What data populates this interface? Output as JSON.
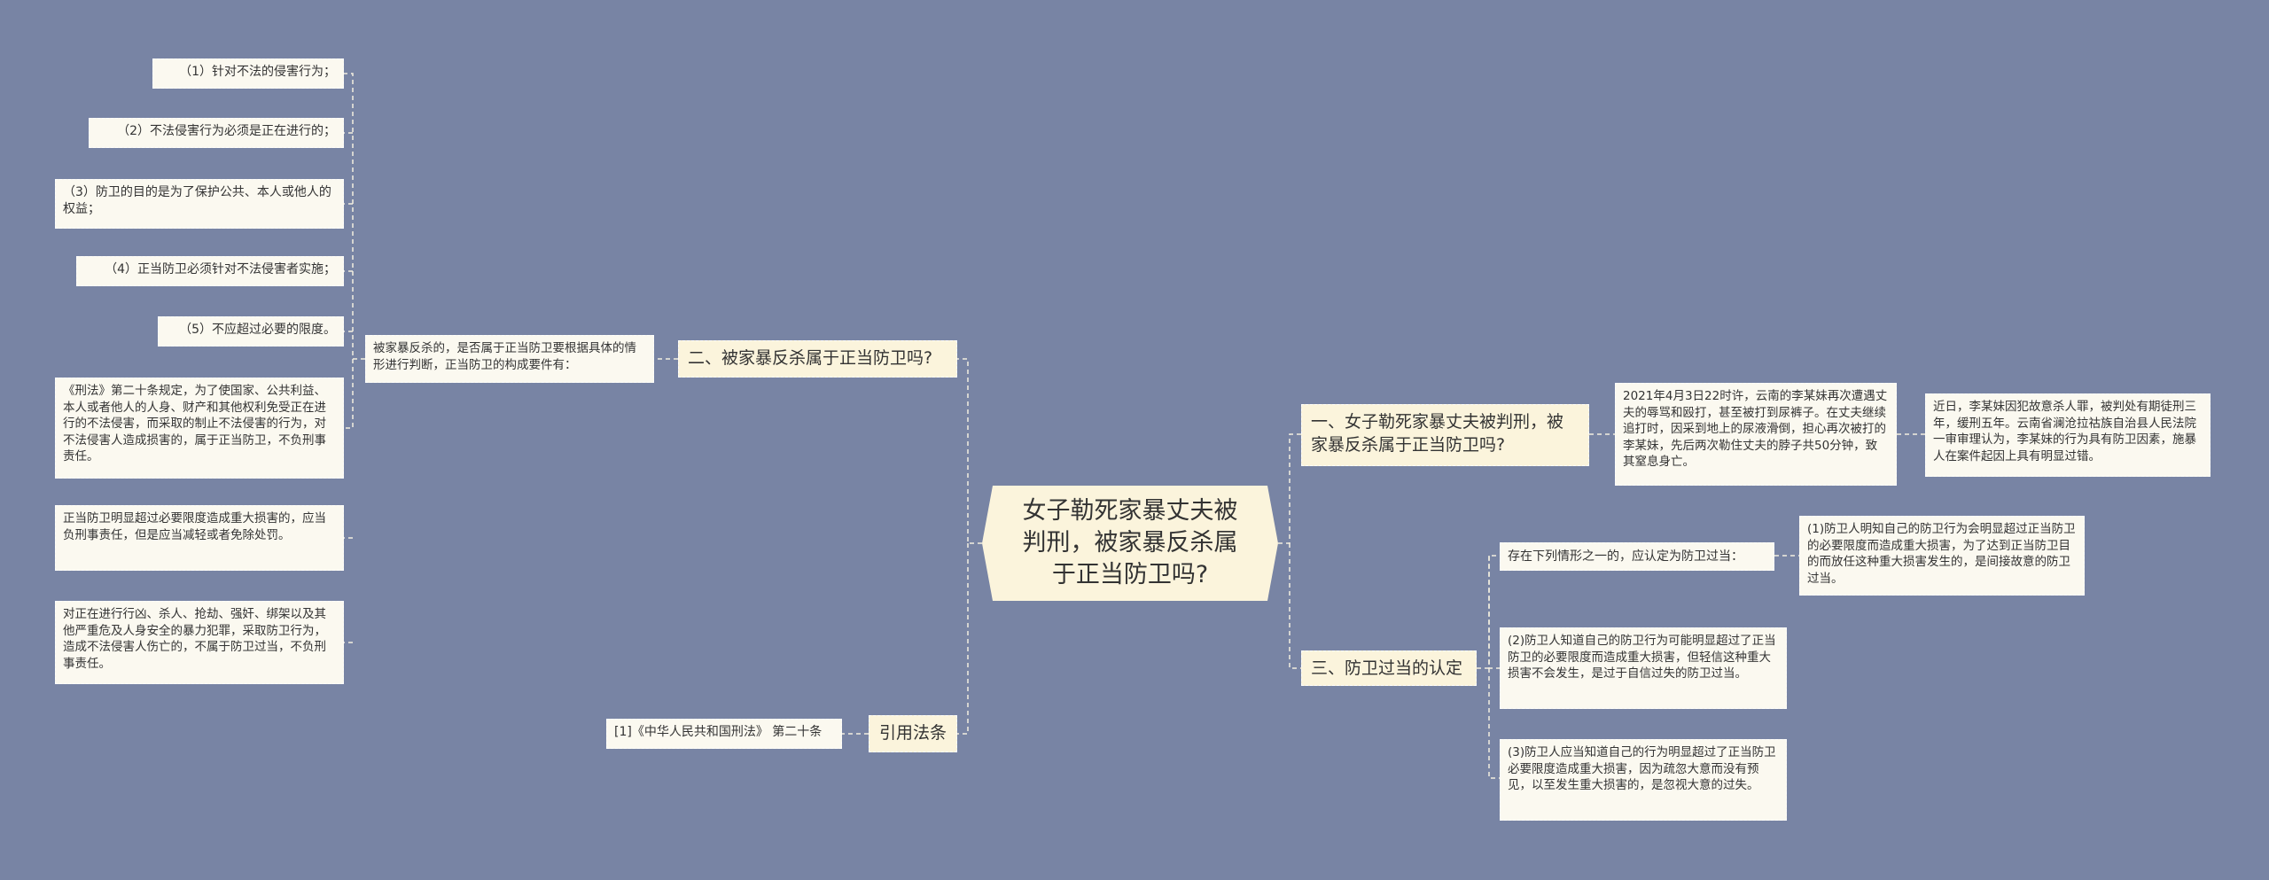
{
  "root": {
    "title": "女子勒死家暴丈夫被判刑，被家暴反杀属于正当防卫吗?"
  },
  "branches": {
    "b1": "一、女子勒死家暴丈夫被判刑，被家暴反杀属于正当防卫吗?",
    "b2": "二、被家暴反杀属于正当防卫吗?",
    "b3": "三、防卫过当的认定",
    "b4": "引用法条"
  },
  "b1_children": {
    "case": "2021年4月3日22时许，云南的李某妹再次遭遇丈夫的辱骂和殴打，甚至被打到尿裤子。在丈夫继续追打时，因采到地上的尿液滑倒，担心再次被打的李某妹，先后两次勒住丈夫的脖子共50分钟，致其窒息身亡。",
    "result": "近日，李某妹因犯故意杀人罪，被判处有期徒刑三年，缓刑五年。云南省澜沧拉祜族自治县人民法院一审审理认为，李某妹的行为具有防卫因素，施暴人在案件起因上具有明显过错。"
  },
  "b2_children": {
    "intro": "被家暴反杀的，是否属于正当防卫要根据具体的情形进行判断，正当防卫的构成要件有：",
    "conditions": [
      "（1）针对不法的侵害行为；",
      "（2）不法侵害行为必须是正在进行的；",
      "（3）防卫的目的是为了保护公共、本人或他人的权益；",
      "（4）正当防卫必须针对不法侵害者实施；",
      "（5）不应超过必要的限度。"
    ],
    "law_text": "《刑法》第二十条规定，为了使国家、公共利益、本人或者他人的人身、财产和其他权利免受正在进行的不法侵害，而采取的制止不法侵害的行为，对不法侵害人造成损害的，属于正当防卫，不负刑事责任。",
    "excess": "正当防卫明显超过必要限度造成重大损害的，应当负刑事责任，但是应当减轻或者免除处罚。",
    "special": "对正在进行行凶、杀人、抢劫、强奸、绑架以及其他严重危及人身安全的暴力犯罪，采取防卫行为，造成不法侵害人伤亡的，不属于防卫过当，不负刑事责任。"
  },
  "b3_children": {
    "intro": "存在下列情形之一的，应认定为防卫过当：",
    "items": [
      "(1)防卫人明知自己的防卫行为会明显超过正当防卫的必要限度而造成重大损害，为了达到正当防卫目的而放任这种重大损害发生的，是间接故意的防卫过当。",
      "(2)防卫人知道自己的防卫行为可能明显超过了正当防卫的必要限度而造成重大损害，但轻信这种重大损害不会发生，是过于自信过失的防卫过当。",
      "(3)防卫人应当知道自己的行为明显超过了正当防卫必要限度造成重大损害，因为疏忽大意而没有预见，以至发生重大损害的，是忽视大意的过失。"
    ]
  },
  "b4_children": {
    "citation": "[1]《中华人民共和国刑法》 第二十条"
  },
  "colors": {
    "background": "#7884a4",
    "node": "#fbf9f0",
    "branch": "#fbf4dc",
    "line": "#f3efe0"
  }
}
